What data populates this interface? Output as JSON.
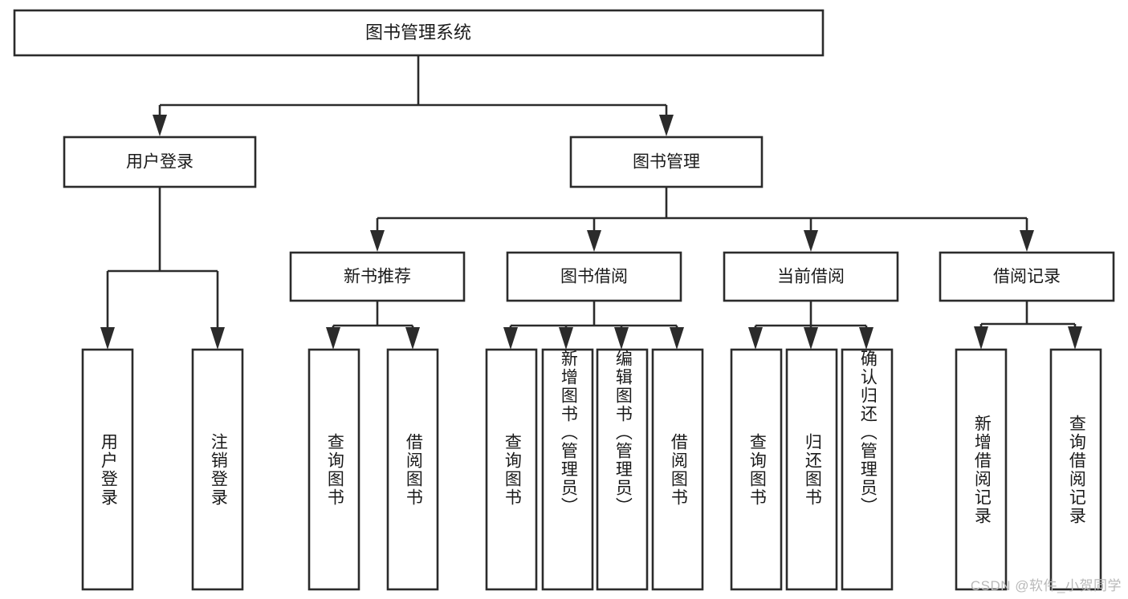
{
  "diagram": {
    "type": "tree-hierarchy-chart",
    "title_node": {
      "label": "图书管理系统"
    },
    "level2": [
      {
        "id": "user-login",
        "label": "用户登录"
      },
      {
        "id": "book-management",
        "label": "图书管理"
      }
    ],
    "level3": [
      {
        "id": "new-book-recommend",
        "label": "新书推荐",
        "parent": "book-management"
      },
      {
        "id": "book-borrow",
        "label": "图书借阅",
        "parent": "book-management"
      },
      {
        "id": "current-borrow",
        "label": "当前借阅",
        "parent": "book-management"
      },
      {
        "id": "borrow-record",
        "label": "借阅记录",
        "parent": "book-management"
      }
    ],
    "leaves": [
      {
        "id": "leaf-user-login",
        "label": "用户登录",
        "parent": "user-login"
      },
      {
        "id": "leaf-logout-login",
        "label": "注销登录",
        "parent": "user-login"
      },
      {
        "id": "leaf-query-book-1",
        "label": "查询图书",
        "parent": "new-book-recommend"
      },
      {
        "id": "leaf-borrow-book-1",
        "label": "借阅图书",
        "parent": "new-book-recommend"
      },
      {
        "id": "leaf-query-book-2",
        "label": "查询图书",
        "parent": "book-borrow"
      },
      {
        "id": "leaf-add-book",
        "label": "新增图书（管理员）",
        "parent": "book-borrow"
      },
      {
        "id": "leaf-edit-book",
        "label": "编辑图书（管理员）",
        "parent": "book-borrow"
      },
      {
        "id": "leaf-borrow-book-2",
        "label": "借阅图书",
        "parent": "book-borrow"
      },
      {
        "id": "leaf-query-book-3",
        "label": "查询图书",
        "parent": "current-borrow"
      },
      {
        "id": "leaf-return-book",
        "label": "归还图书",
        "parent": "current-borrow"
      },
      {
        "id": "leaf-confirm-return",
        "label": "确认归还（管理员）",
        "parent": "current-borrow"
      },
      {
        "id": "leaf-add-record",
        "label": "新增借阅记录",
        "parent": "borrow-record"
      },
      {
        "id": "leaf-query-record",
        "label": "查询借阅记录",
        "parent": "borrow-record"
      }
    ],
    "colors": {
      "stroke": "#2b2b2b",
      "fill": "#ffffff",
      "text": "#1a1a1a",
      "watermark": "#b9b9b9"
    }
  },
  "watermark": {
    "text": "CSDN @软件_小贺同学"
  }
}
